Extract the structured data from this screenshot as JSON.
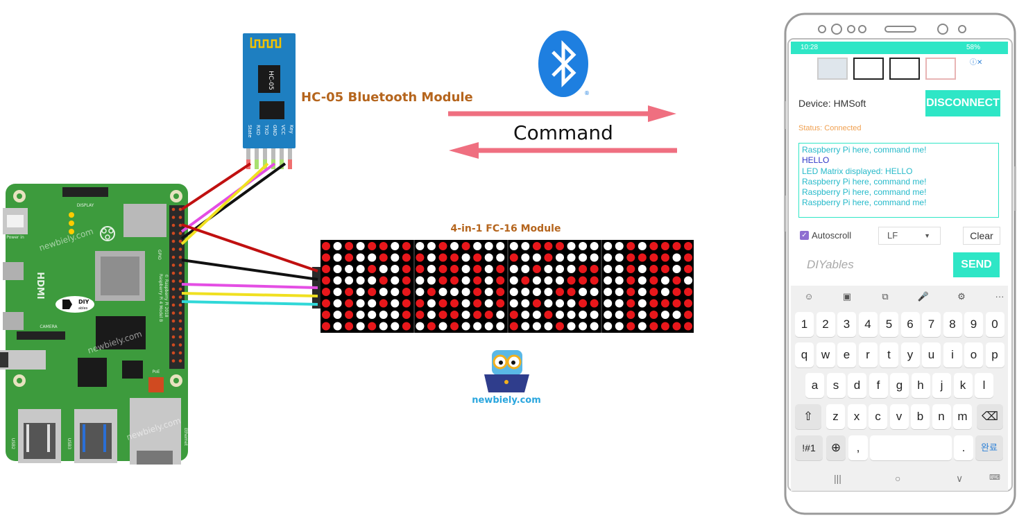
{
  "diagram": {
    "hc05_label": "HC-05 Bluetooth Module",
    "hc05_chip_text": "HC-05",
    "hc05_pins": [
      "State",
      "RXD",
      "TXD",
      "GND",
      "VCC",
      "Key"
    ],
    "fc16_label": "4-in-1 FC-16 Module",
    "command_label": "Command",
    "owl_brand": "newbiely.com",
    "pi_watermarks": [
      "newbiely.com",
      "newbiely.com",
      "newbiely.com"
    ],
    "pi_board_text": "Raspberry Pi 4 Model B",
    "pi_copyright": "© Raspberry Pi 2018",
    "pi_labels": {
      "display": "DISPLAY",
      "camera": "CAMERA",
      "hdmi": "HDMI",
      "power": "Power in",
      "usb3": "USB3",
      "usb2": "USB2",
      "ethernet": "Ethernet",
      "gpio": "GPIO",
      "poe": "PoE",
      "diy": "DIY",
      "ables": "ables"
    },
    "colors": {
      "arrow": "#ef6f80",
      "bluetooth": "#1e7fe0",
      "label": "#b5651d",
      "pi_board": "#3d9b3d",
      "led_on": "#e8171b",
      "led_off": "#ffffff"
    },
    "matrix_rows": [
      "10101101001010000011100000101111",
      "10100101101101001001000000111101",
      "10001001101101010010001100101101",
      "10000101001101010100011100101010",
      "10101001010001010000110000101011",
      "10100101101101010010001100101111",
      "10100001101101101001000000101001",
      "10101001010100001000100000101111"
    ]
  },
  "phone": {
    "status_time": "10:28",
    "status_right": "58%",
    "ad_marker": "ⓘ✕",
    "device_label": "Device: HMSoft",
    "disconnect_label": "DISCONNECT",
    "status_text": "Status: Connected",
    "log": [
      {
        "text": "Raspberry Pi here, command me!",
        "from": "device"
      },
      {
        "text": "HELLO",
        "from": "user"
      },
      {
        "text": "LED Matrix displayed: HELLO",
        "from": "device"
      },
      {
        "text": "Raspberry Pi here, command me!",
        "from": "device"
      },
      {
        "text": "Raspberry Pi here, command me!",
        "from": "device"
      },
      {
        "text": "Raspberry Pi here, command me!",
        "from": "device"
      }
    ],
    "autoscroll_label": "Autoscroll",
    "line_ending": "LF",
    "clear_label": "Clear",
    "input_placeholder": "DIYables",
    "send_label": "SEND",
    "keyboard": {
      "tools": [
        "☺",
        "▣",
        "⧉",
        "🎤",
        "⚙",
        "···"
      ],
      "rows": [
        [
          "1",
          "2",
          "3",
          "4",
          "5",
          "6",
          "7",
          "8",
          "9",
          "0"
        ],
        [
          "q",
          "w",
          "e",
          "r",
          "t",
          "y",
          "u",
          "i",
          "o",
          "p"
        ],
        [
          "a",
          "s",
          "d",
          "f",
          "g",
          "h",
          "j",
          "k",
          "l"
        ],
        [
          "⇧",
          "z",
          "x",
          "c",
          "v",
          "b",
          "n",
          "m",
          "⌫"
        ],
        [
          "!#1",
          "⊕",
          ",",
          "",
          ".",
          "완료"
        ]
      ]
    },
    "nav": [
      "|||",
      "○",
      "∨",
      "⌨"
    ]
  }
}
